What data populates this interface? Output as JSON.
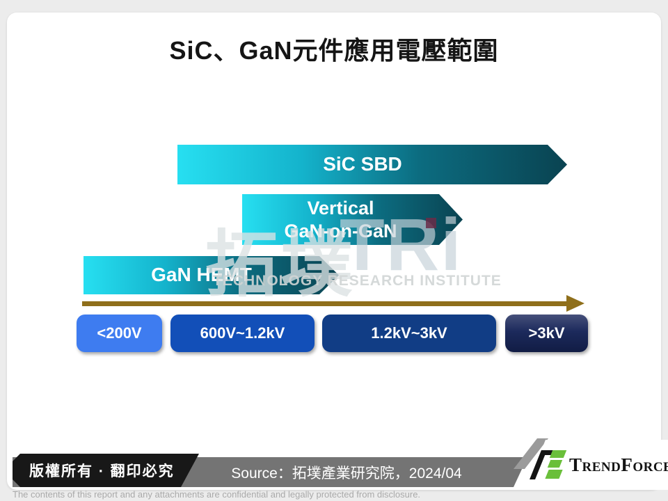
{
  "title": "SiC、GaN元件應用電壓範圍",
  "device_bars": [
    {
      "label": "SiC SBD"
    },
    {
      "line1": "Vertical",
      "line2": "GaN-on-GaN"
    },
    {
      "label": "GaN HEMT"
    }
  ],
  "voltage_axis": {
    "ranges": [
      "<200V",
      "600V~1.2kV",
      "1.2kV~3kV",
      ">3kV"
    ],
    "colors": [
      "#3e7cf0",
      "#124fb8",
      "#113d85",
      "#1b2b55"
    ],
    "axis_color": "#8f6f1b"
  },
  "arrow_style": {
    "gradient_start": "#27dff1",
    "gradient_end": "#0a4351"
  },
  "watermark": {
    "cjk": "拓墣",
    "latin": "TRi",
    "subtitle": "TECHNOLOGY RESEARCH INSTITUTE"
  },
  "footer": {
    "copyright": "版權所有 · 翻印必究",
    "source": "Source：拓墣產業研究院，2024/04",
    "brand": "TrendForce",
    "disclaimer": "The contents of this report and any attachments are confidential and legally protected from disclosure."
  }
}
